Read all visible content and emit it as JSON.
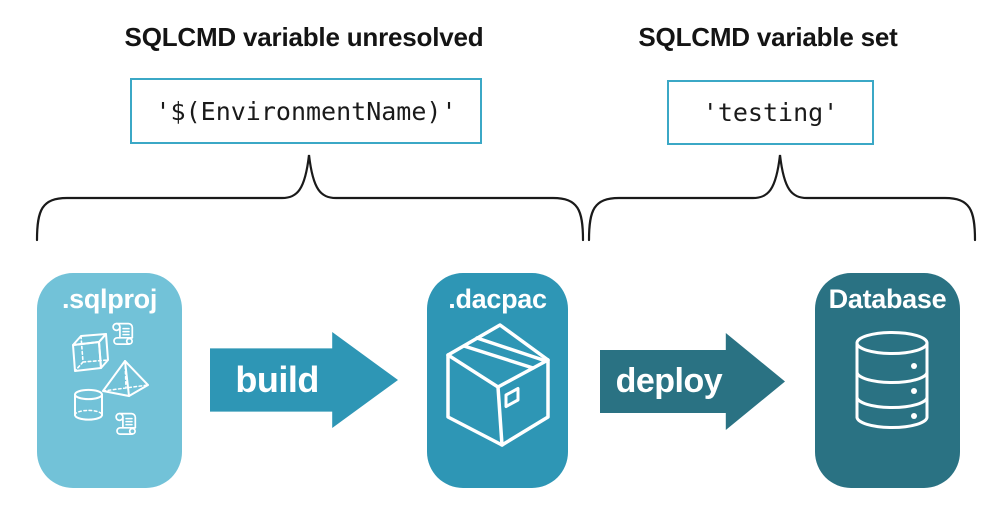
{
  "annotations": {
    "unresolved": {
      "title": "SQLCMD variable unresolved",
      "code": "'$(EnvironmentName)'"
    },
    "set": {
      "title": "SQLCMD variable set",
      "code": "'testing'"
    }
  },
  "pipeline": {
    "nodes": [
      {
        "id": "sqlproj",
        "label": ".sqlproj",
        "icon": "sql-project-objects-icon",
        "color": "#72C2D8"
      },
      {
        "id": "dacpac",
        "label": ".dacpac",
        "icon": "package-box-icon",
        "color": "#2E96B5"
      },
      {
        "id": "database",
        "label": "Database",
        "icon": "database-cylinder-icon",
        "color": "#2A7283"
      }
    ],
    "arrows": [
      {
        "label": "build",
        "color": "#2E96B5"
      },
      {
        "label": "deploy",
        "color": "#2A7283"
      }
    ]
  },
  "colors": {
    "code_box_border": "#3BA8C6",
    "brace_stroke": "#1a1a1a",
    "text": "#141414",
    "node_text": "#ffffff"
  }
}
